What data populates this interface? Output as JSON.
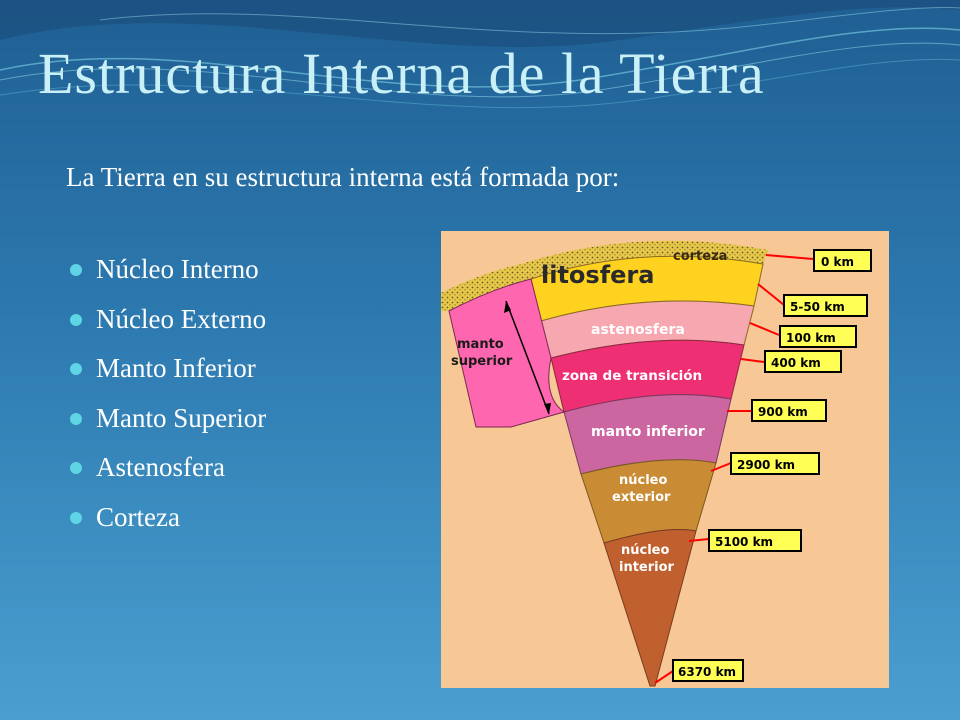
{
  "slide": {
    "title": "Estructura Interna de la Tierra",
    "intro": "La Tierra en su estructura interna está formada por:",
    "items": [
      "Núcleo Interno",
      "Núcleo Externo",
      "Manto Inferior",
      "Manto Superior",
      "Astenosfera",
      "Corteza"
    ]
  },
  "diagram": {
    "layers": {
      "corteza": "corteza",
      "litosfera": "litosfera",
      "astenosfera": "astenosfera",
      "transicion": "zona de transición",
      "manto_inferior": "manto inferior",
      "nucleo_exterior_1": "núcleo",
      "nucleo_exterior_2": "exterior",
      "nucleo_interior_1": "núcleo",
      "nucleo_interior_2": "interior",
      "manto_superior_1": "manto",
      "manto_superior_2": "superior"
    },
    "depths": [
      "0 km",
      "5-50 km",
      "100 km",
      "400 km",
      "900 km",
      "2900 km",
      "5100 km",
      "6370 km"
    ],
    "colors": {
      "background": "#f7c795",
      "crust": "#e8c84a",
      "lithosphere": "#ffd21f",
      "asthenosphere": "#f6a7b0",
      "transition": "#ee2f73",
      "lower_mantle": "#cc66a0",
      "outer_core": "#c98c35",
      "inner_core": "#c0602e",
      "label_box": "#ffff55",
      "arrow": "#ff0000"
    }
  }
}
